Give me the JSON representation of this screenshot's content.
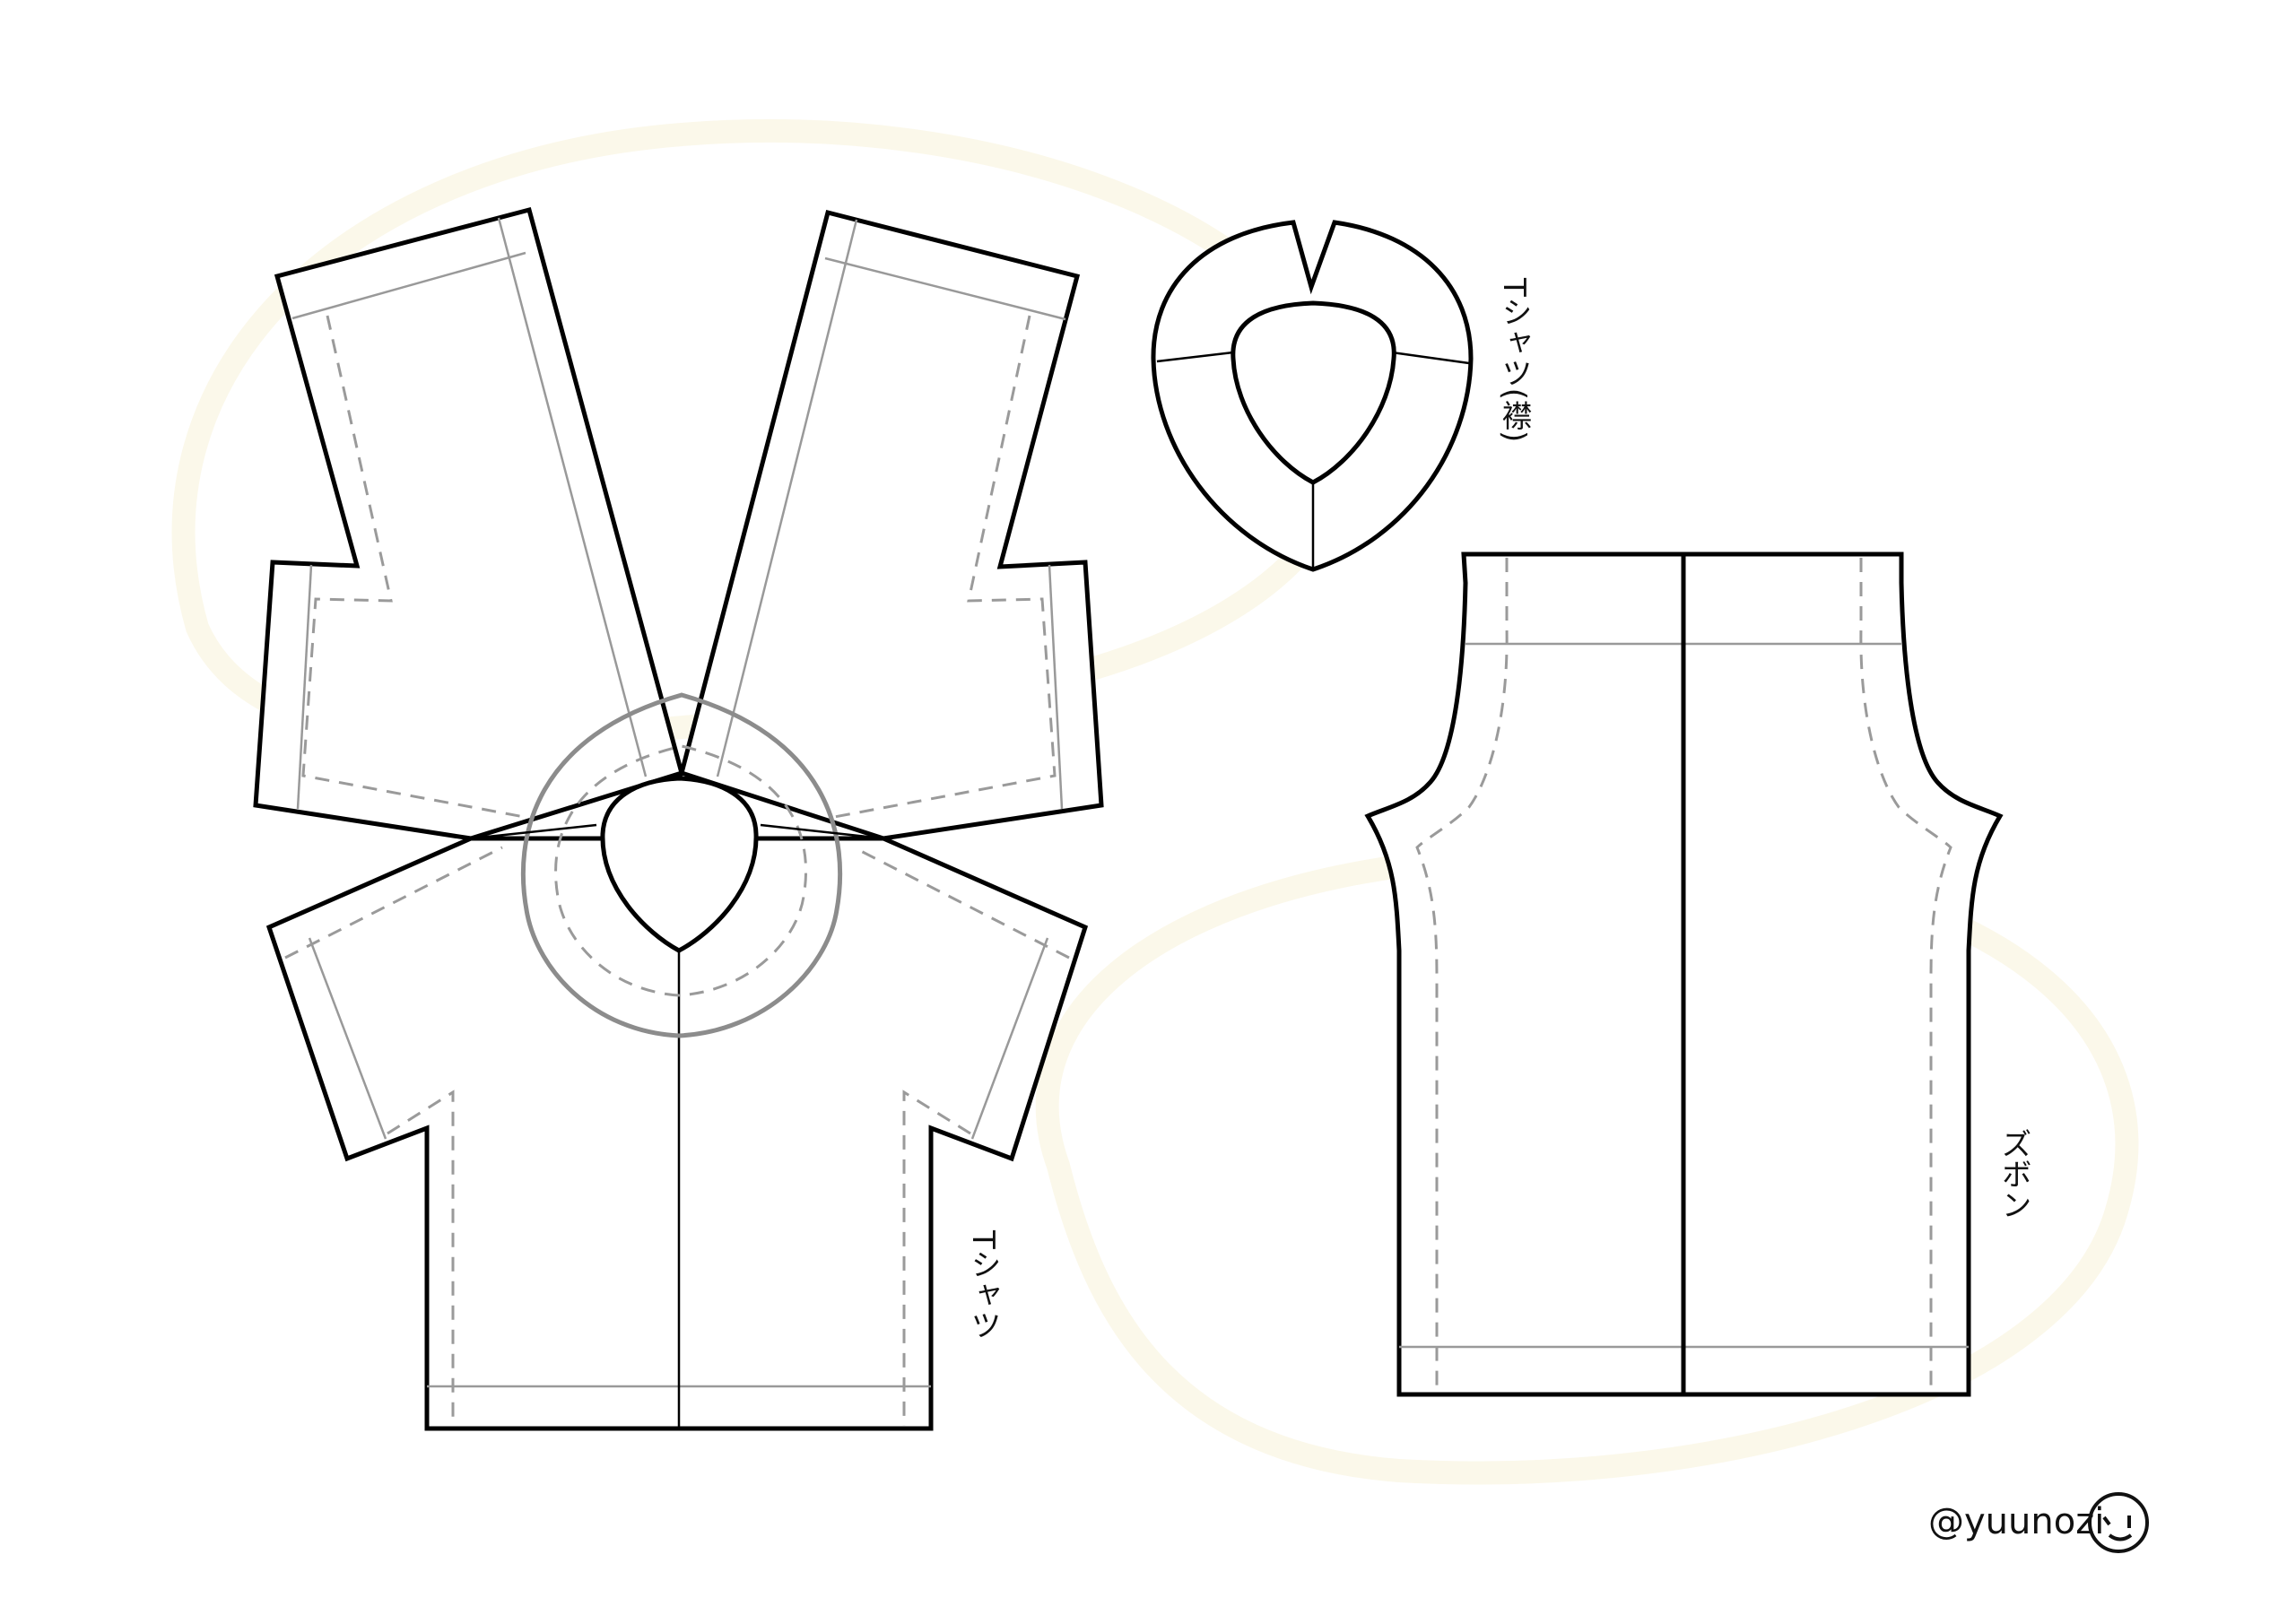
{
  "labels": {
    "tshirt": "Tシャツ",
    "collar": "Tシャツ(襟)",
    "pants": "ズボン"
  },
  "credit": {
    "handle": "@yuunozi"
  },
  "colors": {
    "cut_line": "#000000",
    "fold_line": "#999999",
    "seam_line": "#9a9a9a",
    "watermark": "#fbf8ea"
  },
  "icons": [
    "face-icon"
  ]
}
